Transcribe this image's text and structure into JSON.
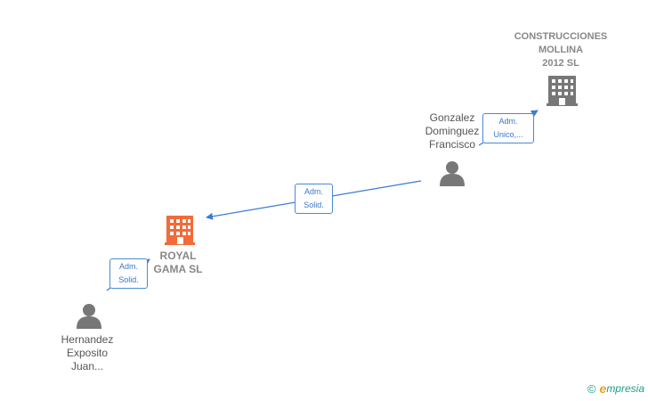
{
  "colors": {
    "edge": "#3a7bd5",
    "company_main": "#f26b38",
    "company_other": "#777777",
    "person": "#777777"
  },
  "nodes": {
    "construcciones": {
      "label": "CONSTRUCCIONES\nMOLLINA\n2012 SL",
      "icon": "building-icon"
    },
    "royal": {
      "label": "ROYAL\nGAMA  SL",
      "icon": "building-icon"
    },
    "gonzalez": {
      "label": "Gonzalez\nDominguez\nFrancisco",
      "icon": "person-icon"
    },
    "hernandez": {
      "label": "Hernandez\nExposito\nJuan...",
      "icon": "person-icon"
    }
  },
  "relations": {
    "gonzalez_construcciones": "Adm.\nUnico,...",
    "gonzalez_royal": "Adm.\nSolid.",
    "hernandez_royal": "Adm.\nSolid."
  },
  "watermark": {
    "copyright": "©",
    "brand_e": "e",
    "brand_rest": "mpresia"
  }
}
